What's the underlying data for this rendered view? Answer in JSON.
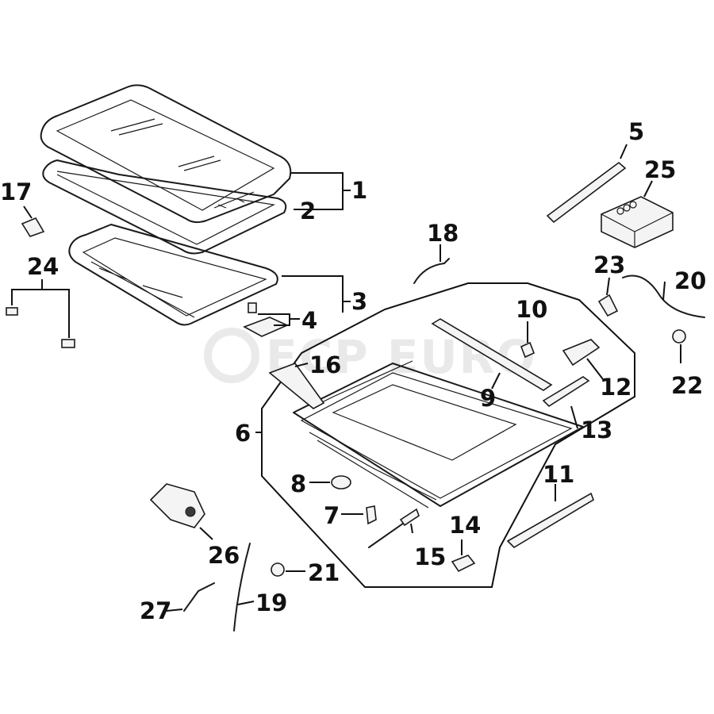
{
  "watermark": "ECP EURO",
  "callouts": {
    "c1": "1",
    "c2": "2",
    "c3": "3",
    "c4": "4",
    "c5": "5",
    "c6": "6",
    "c7": "7",
    "c8": "8",
    "c9": "9",
    "c10": "10",
    "c11": "11",
    "c12": "12",
    "c13": "13",
    "c14": "14",
    "c15": "15",
    "c16": "16",
    "c17": "17",
    "c18": "18",
    "c19": "19",
    "c20": "20",
    "c21": "21",
    "c22": "22",
    "c23": "23",
    "c24": "24",
    "c25": "25",
    "c26": "26",
    "c27": "27"
  },
  "colors": {
    "line": "#1a1a1a",
    "background": "#ffffff",
    "watermark": "#e9e9e9"
  }
}
